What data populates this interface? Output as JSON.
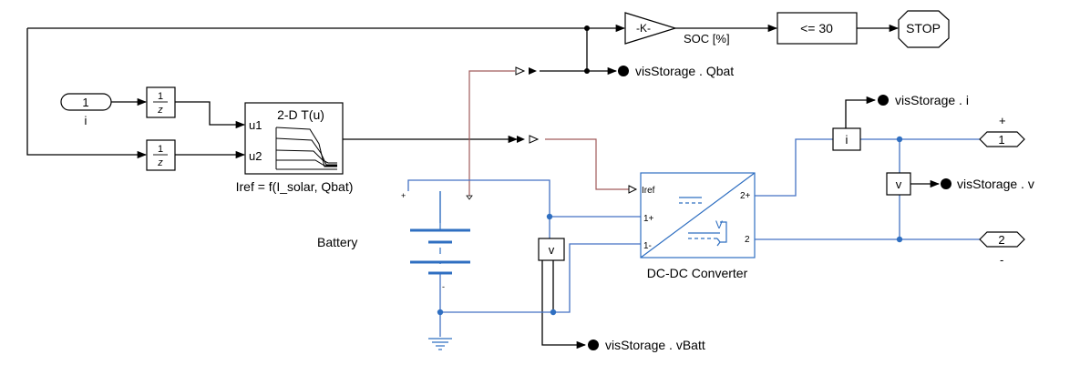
{
  "blocks": {
    "gain": "-K-",
    "soc_label": "SOC [%]",
    "compare": "<= 30",
    "stop": "STOP",
    "inport_1_num": "1",
    "inport_1_name": "i",
    "unit_delay_num": "1",
    "unit_delay_den": "z",
    "lookup_title": "2-D T(u)",
    "lookup_in1": "u1",
    "lookup_in2": "u2",
    "lookup_caption": "Iref = f(I_solar, Qbat)",
    "converter_iref": "Iref",
    "converter_p1": "1+",
    "converter_n1": "1-",
    "converter_p2": "2+",
    "converter_n2": "2",
    "converter_caption": "DC-DC Converter",
    "battery_caption": "Battery",
    "battery_plus": "+",
    "battery_minus": "-",
    "current_sensor": "i",
    "voltage_sensor_out": "v",
    "voltage_sensor_batt": "v",
    "outport_1": "1",
    "outport_2": "2",
    "plus_sign": "+",
    "minus_sign": "-"
  },
  "signals": {
    "qbat": "visStorage . Qbat",
    "i": "visStorage . i",
    "v": "visStorage . v",
    "vbatt": "visStorage . vBatt"
  },
  "colors": {
    "signal": "#000000",
    "physical": "#2f6fc1",
    "connection": "#a05a5a"
  }
}
